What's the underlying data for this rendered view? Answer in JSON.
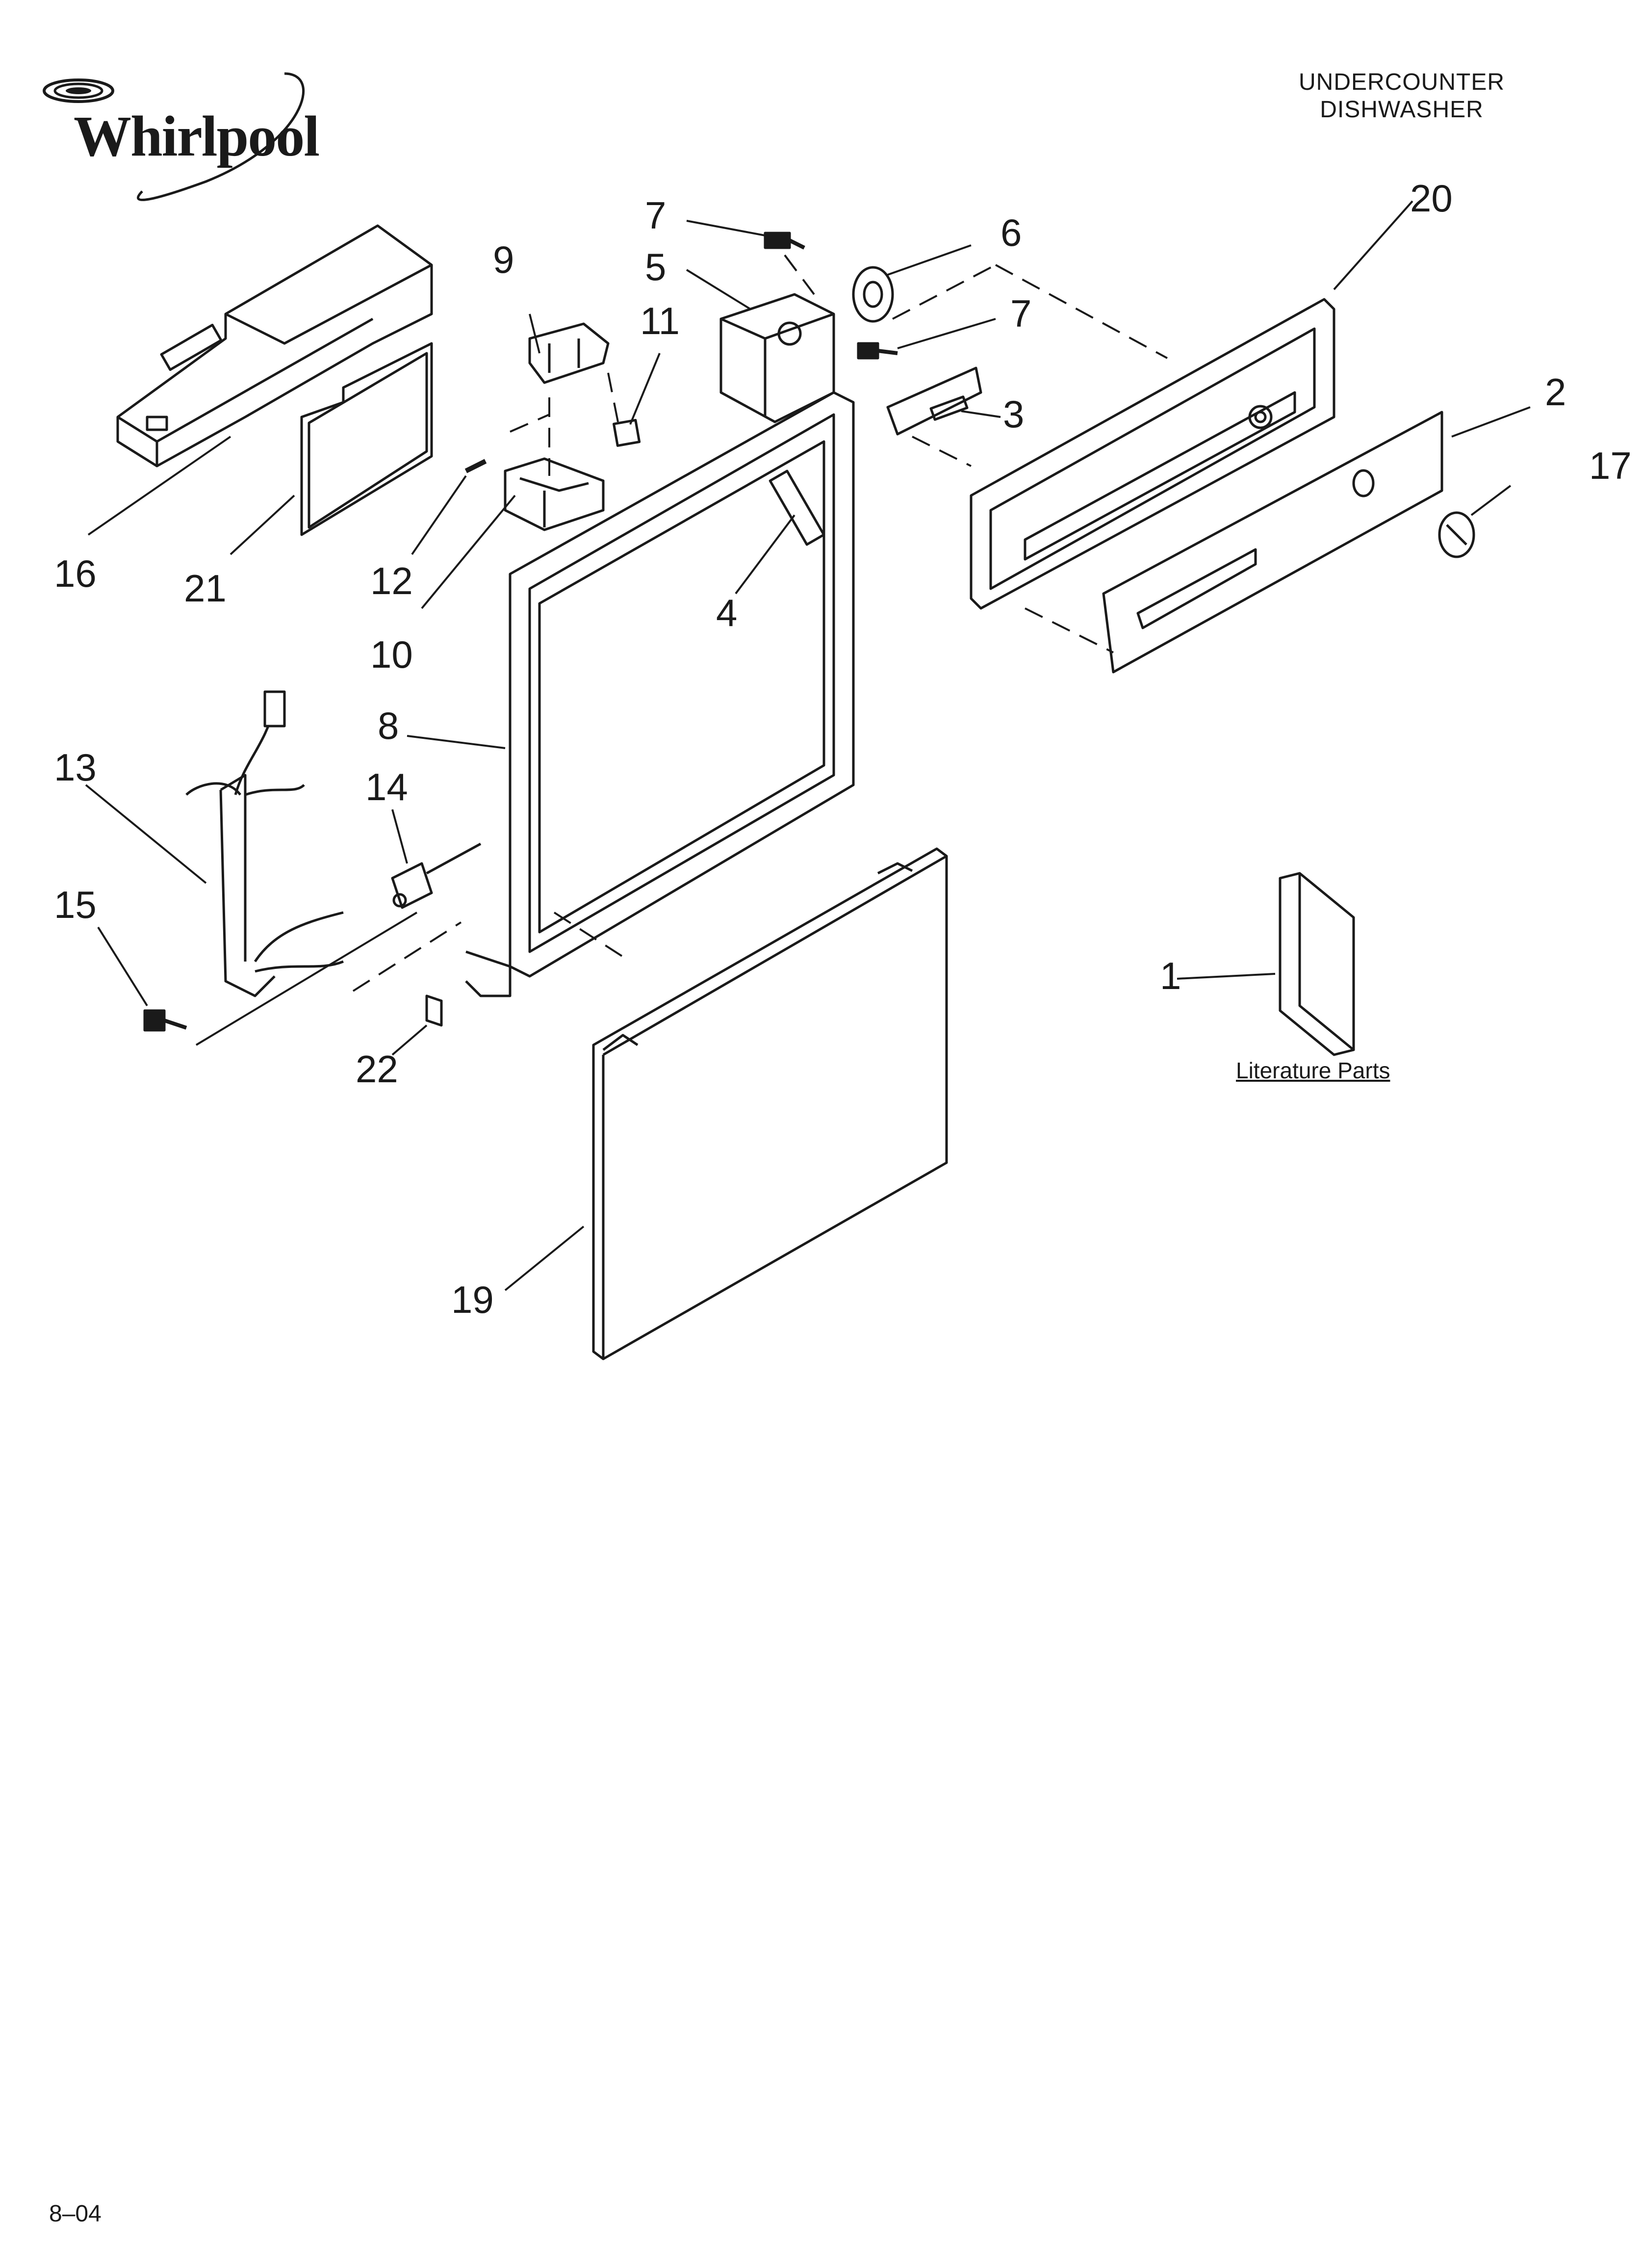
{
  "brand": {
    "name": "Whirlpool"
  },
  "header": {
    "line1": "UNDERCOUNTER",
    "line2": "DISHWASHER"
  },
  "callouts": [
    {
      "id": "1",
      "label": "1"
    },
    {
      "id": "2",
      "label": "2"
    },
    {
      "id": "3",
      "label": "3"
    },
    {
      "id": "4",
      "label": "4"
    },
    {
      "id": "5",
      "label": "5"
    },
    {
      "id": "6",
      "label": "6"
    },
    {
      "id": "7a",
      "label": "7"
    },
    {
      "id": "7b",
      "label": "7"
    },
    {
      "id": "8",
      "label": "8"
    },
    {
      "id": "9",
      "label": "9"
    },
    {
      "id": "10",
      "label": "10"
    },
    {
      "id": "11",
      "label": "11"
    },
    {
      "id": "12",
      "label": "12"
    },
    {
      "id": "13",
      "label": "13"
    },
    {
      "id": "14",
      "label": "14"
    },
    {
      "id": "15",
      "label": "15"
    },
    {
      "id": "16",
      "label": "16"
    },
    {
      "id": "17",
      "label": "17"
    },
    {
      "id": "19",
      "label": "19"
    },
    {
      "id": "20",
      "label": "20"
    },
    {
      "id": "21",
      "label": "21"
    },
    {
      "id": "22",
      "label": "22"
    }
  ],
  "literature": {
    "label": "Literature Parts"
  },
  "footer": {
    "date_code": "8–04"
  }
}
